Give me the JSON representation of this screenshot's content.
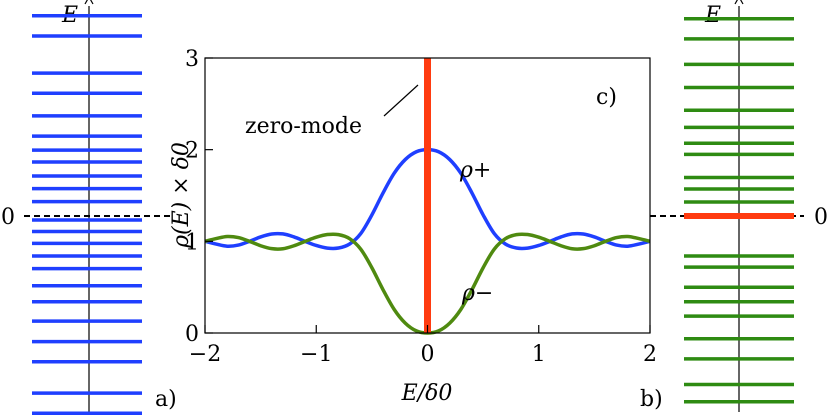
{
  "colors": {
    "blue": "#1f3fff",
    "green": "#2e8b12",
    "olive": "#4f8a10",
    "red": "#ff3b10"
  },
  "panel_a": {
    "label": "a)",
    "axis_label": "E",
    "zero_label": "0",
    "levels": [
      5.56,
      5.0,
      3.97,
      3.41,
      2.78,
      2.22,
      1.83,
      1.5,
      1.11,
      0.76,
      0.4,
      -0.11,
      -0.43,
      -0.76,
      -1.11,
      -1.46,
      -1.94,
      -2.38,
      -2.92,
      -3.49,
      -4.05,
      -4.92,
      -5.48
    ]
  },
  "panel_b": {
    "label": "b)",
    "axis_label": "E",
    "zero_label": "0",
    "levels": [
      5.48,
      4.92,
      4.21,
      3.57,
      2.94,
      2.46,
      2.02,
      1.71,
      1.07,
      0.75,
      0.39,
      -1.11,
      -1.42,
      -1.98,
      -2.38,
      -2.78,
      -3.41,
      -3.97,
      -4.68,
      -5.16,
      -5.63
    ],
    "zero_mode": 0
  },
  "chart_data": {
    "type": "line",
    "panel_label": "c)",
    "xlabel": "E/δ0",
    "ylabel": "ρ(E) × δ0",
    "xlim": [
      -2,
      2
    ],
    "ylim": [
      0,
      3
    ],
    "xticks": [
      -2,
      -1,
      0,
      1,
      2
    ],
    "xtick_labels": [
      "−2",
      "−1",
      "0",
      "1",
      "2"
    ],
    "yticks": [
      0,
      1,
      2,
      3
    ],
    "ytick_labels": [
      "0",
      "1",
      "2",
      "3"
    ],
    "grid": false,
    "series": [
      {
        "name": "ρ+",
        "color": "#1f3fff",
        "x": [
          -2.0,
          -1.9,
          -1.8,
          -1.7,
          -1.6,
          -1.5,
          -1.4,
          -1.3,
          -1.2,
          -1.1,
          -1.0,
          -0.9,
          -0.8,
          -0.7,
          -0.6,
          -0.5,
          -0.4,
          -0.3,
          -0.2,
          -0.1,
          0.0,
          0.1,
          0.2,
          0.3,
          0.4,
          0.5,
          0.6,
          0.7,
          0.8,
          0.9,
          1.0,
          1.1,
          1.2,
          1.3,
          1.4,
          1.5,
          1.6,
          1.7,
          1.8,
          1.9,
          2.0
        ],
        "y": [
          1.0,
          0.97,
          0.947,
          0.959,
          1.0,
          1.048,
          1.08,
          1.081,
          1.048,
          1.0,
          0.955,
          0.926,
          0.927,
          0.971,
          1.085,
          1.288,
          1.527,
          1.742,
          1.892,
          1.977,
          2.0,
          1.977,
          1.892,
          1.742,
          1.527,
          1.288,
          1.085,
          0.971,
          0.927,
          0.926,
          0.955,
          1.0,
          1.048,
          1.081,
          1.08,
          1.048,
          1.0,
          0.959,
          0.947,
          0.97,
          1.0
        ]
      },
      {
        "name": "ρ−",
        "color": "#4f8a10",
        "x": [
          -2.0,
          -1.9,
          -1.8,
          -1.7,
          -1.6,
          -1.5,
          -1.4,
          -1.3,
          -1.2,
          -1.1,
          -1.0,
          -0.9,
          -0.8,
          -0.7,
          -0.6,
          -0.5,
          -0.4,
          -0.3,
          -0.2,
          -0.1,
          0.0,
          0.1,
          0.2,
          0.3,
          0.4,
          0.5,
          0.6,
          0.7,
          0.8,
          0.9,
          1.0,
          1.1,
          1.2,
          1.3,
          1.4,
          1.5,
          1.6,
          1.7,
          1.8,
          1.9,
          2.0
        ],
        "y": [
          1.0,
          1.03,
          1.053,
          1.041,
          1.0,
          0.952,
          0.92,
          0.919,
          0.952,
          1.0,
          1.045,
          1.074,
          1.073,
          1.029,
          0.915,
          0.712,
          0.473,
          0.258,
          0.108,
          0.023,
          0.0,
          0.023,
          0.108,
          0.258,
          0.473,
          0.712,
          0.915,
          1.029,
          1.073,
          1.074,
          1.045,
          1.0,
          0.952,
          0.919,
          0.92,
          0.952,
          1.0,
          1.041,
          1.053,
          1.03,
          1.0
        ]
      }
    ],
    "series_labels": {
      "plus": "ρ+",
      "minus": "ρ−"
    },
    "zero_mode": {
      "x": 0,
      "y_top": 3,
      "color": "#ff3b10",
      "label": "zero-mode"
    }
  }
}
